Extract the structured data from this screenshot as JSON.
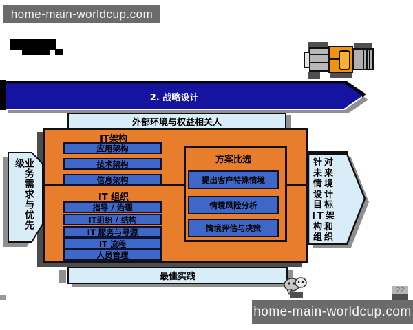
{
  "watermarks": {
    "top": "home-main-worldcup.com",
    "bottom": "home-main-worldcup.com"
  },
  "page_number": "22",
  "process_banner": {
    "label": "2. 战略设计"
  },
  "external_box": {
    "label": "外部环境与权益相关人"
  },
  "best_practice_box": {
    "label": "最佳实践"
  },
  "left_arrow": {
    "label": "业务需求与优先级"
  },
  "right_arrow": {
    "full_text": "针对未来情境设计目标IT架构和组织",
    "lines": [
      "针对",
      "未来",
      "情境",
      "设计",
      "目标",
      "IT架",
      "构和",
      "组织"
    ]
  },
  "it_architecture": {
    "title": "IT架构",
    "items": [
      "应用架构",
      "技术架构",
      "信息架构"
    ]
  },
  "it_organization": {
    "title": "IT 组织",
    "items": [
      "指导 / 治理",
      "IT组织 / 结构",
      "IT 服务与寻源",
      "IT 流程",
      "人员管理"
    ]
  },
  "scenario_panel": {
    "title": "方案比选",
    "items": [
      "提出客户特殊情境",
      "情境风险分析",
      "情境评估与决策"
    ]
  },
  "colors": {
    "banner_blue": "#1414a0",
    "orange": "#e87e2b",
    "box_blue": "#3e68c8",
    "light_blue": "#d8edf7",
    "watermark_gray": "#6b6b6b"
  }
}
